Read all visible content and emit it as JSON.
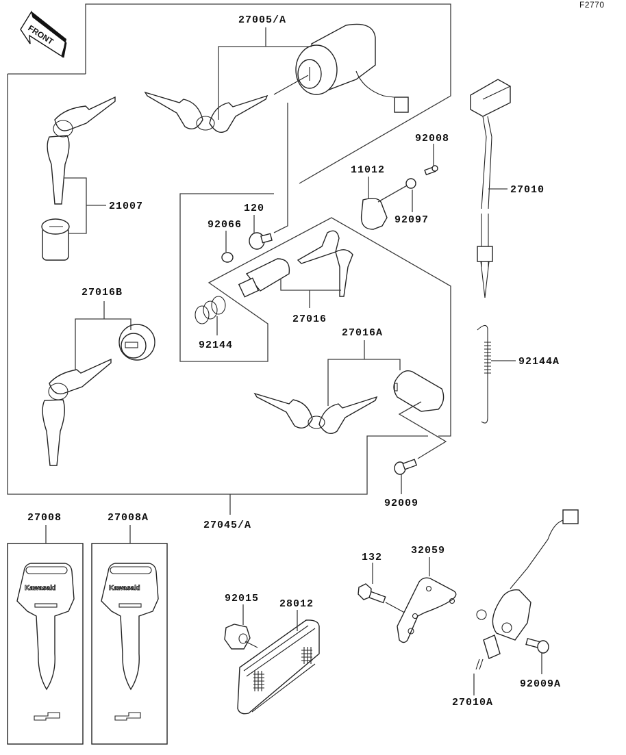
{
  "diagram": {
    "code": "F2770",
    "front_marker": "FRONT",
    "brand_text": "Kawasaki",
    "labels": {
      "p27005A": "27005/A",
      "p21007": "21007",
      "p120": "120",
      "p92066": "92066",
      "p92144": "92144",
      "p27016": "27016",
      "p27016A": "27016A",
      "p27016B": "27016B",
      "p11012": "11012",
      "p92008": "92008",
      "p92097": "92097",
      "p27010": "27010",
      "p92144A": "92144A",
      "p92009": "92009",
      "p27045A": "27045/A",
      "p27008": "27008",
      "p27008A": "27008A",
      "p92015": "92015",
      "p28012": "28012",
      "p132": "132",
      "p32059": "32059",
      "p27010A": "27010A",
      "p92009A": "92009A"
    }
  }
}
